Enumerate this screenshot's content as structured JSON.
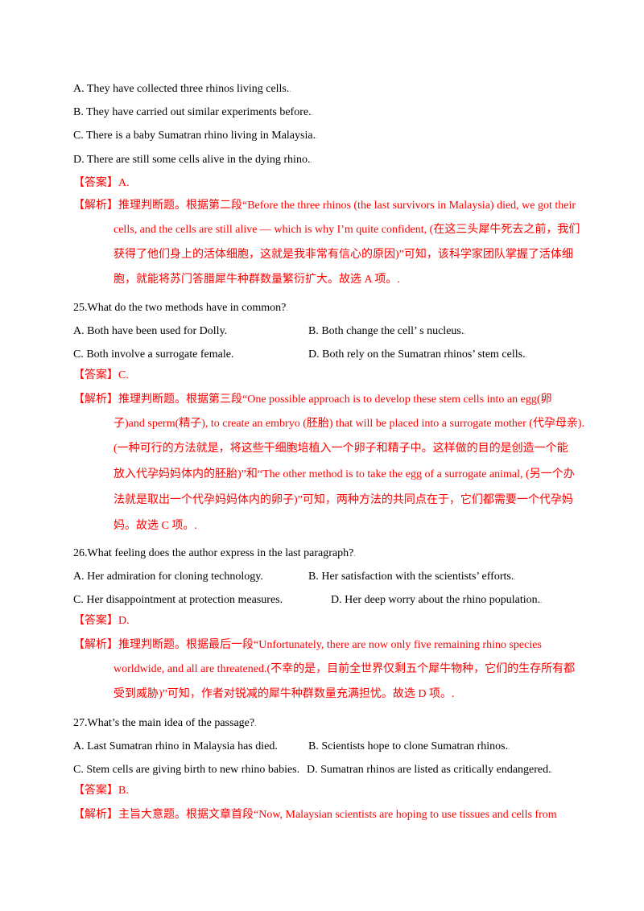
{
  "q24": {
    "options": [
      "A.  They have collected three rhinos living cells.",
      "B.  They have carried out similar experiments before.",
      "C.  There is a baby Sumatran rhino living in Malaysia.",
      "D.  There are still some cells alive in the dying rhino."
    ],
    "answer_label": "【答案】",
    "answer": "A.",
    "exp_lines": [
      "【解析】推理判断题。根据第二段“Before the three rhinos (the last survivors in Malaysia) died, we got their",
      "cells, and the cells are still alive — which is why I’m quite confident, (在这三头犀牛死去之前，我们",
      "获得了他们身上的活体细胞，这就是我非常有信心的原因)”可知，该科学家团队掌握了活体细",
      "胞，就能将苏门答腊犀牛种群数量繁衍扩大。故选 A 项。."
    ]
  },
  "q25": {
    "question": "25.What do the two methods have in common?",
    "options": [
      "A.  Both have been used for Dolly.",
      "B.  Both change the cell’ s nucleus.",
      "C.  Both involve a surrogate female.",
      "D.  Both rely on the Sumatran rhinos’ stem cells."
    ],
    "answer_label": "【答案】",
    "answer": "C.",
    "exp_lines": [
      "【解析】推理判断题。根据第三段“One possible approach is to develop these stem cells into an egg(卵",
      "子)and sperm(精子), to create an embryo (胚胎) that will be placed into a surrogate mother (代孕母亲).",
      "(一种可行的方法就是，将这些干细胞培植入一个卵子和精子中。这样做的目的是创造一个能",
      "放入代孕妈妈体内的胚胎)”和“The other method is to take the egg of a surrogate animal, (另一个办",
      "法就是取出一个代孕妈妈体内的卵子)”可知，两种方法的共同点在于，它们都需要一个代孕妈",
      "妈。故选 C 项。."
    ]
  },
  "q26": {
    "question": "26.What feeling does the author express in the last paragraph?",
    "options": [
      "A.  Her admiration for cloning technology.",
      "B.  Her satisfaction with the scientists’ efforts.",
      "C.  Her disappointment at protection measures.",
      "D.  Her deep worry about the rhino population."
    ],
    "answer_label": "【答案】",
    "answer": "D.",
    "exp_lines": [
      "【解析】推理判断题。根据最后一段“Unfortunately, there are now only five remaining rhino species",
      "worldwide, and all are threatened.(不幸的是，目前全世界仅剩五个犀牛物种，它们的生存所有都",
      "受到威胁)”可知，作者对锐减的犀牛种群数量充满担忧。故选 D 项。."
    ]
  },
  "q27": {
    "question": "27.What’s the main idea of the passage?",
    "options": [
      "A.  Last Sumatran rhino in Malaysia has died.",
      "B.  Scientists hope to clone Sumatran rhinos.",
      "C.  Stem cells are giving birth to new rhino babies.",
      "D.  Sumatran rhinos are listed as critically endangered."
    ],
    "answer_label": "【答案】",
    "answer": "B.",
    "exp_lines": [
      "【解析】主旨大意题。根据文章首段“Now, Malaysian scientists are hoping to use tissues and cells from"
    ]
  }
}
